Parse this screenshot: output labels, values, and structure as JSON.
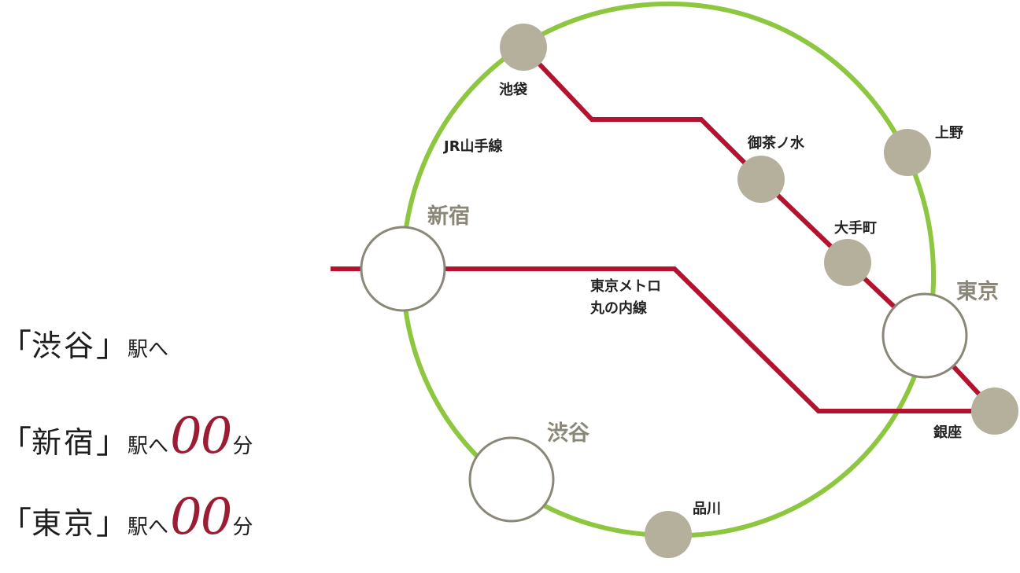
{
  "colors": {
    "yamanote_line": "#8dc63f",
    "marunouchi_line": "#b5122f",
    "station_fill": "#b5b09c",
    "major_station_ring": "#8a8778",
    "major_label": "#8a8778",
    "text": "#222222",
    "minutes": "#9c1c33"
  },
  "lines": {
    "yamanote": "JR山手線",
    "marunouchi_1": "東京メトロ",
    "marunouchi_2": "丸の内線"
  },
  "stations": {
    "ikebukuro": "池袋",
    "ochanomizu": "御茶ノ水",
    "ueno": "上野",
    "otemachi": "大手町",
    "ginza": "銀座",
    "shinagawa": "品川"
  },
  "major_stations": {
    "shinjuku": "新宿",
    "shibuya": "渋谷",
    "tokyo": "東京"
  },
  "travel_times": [
    {
      "open": "「",
      "station": "渋谷",
      "close": "」",
      "suffix": "駅へ",
      "minutes": "",
      "unit": ""
    },
    {
      "open": "「",
      "station": "新宿",
      "close": "」",
      "suffix": "駅へ",
      "minutes": "00",
      "unit": "分"
    },
    {
      "open": "「",
      "station": "東京",
      "close": "」",
      "suffix": "駅へ",
      "minutes": "00",
      "unit": "分"
    }
  ]
}
